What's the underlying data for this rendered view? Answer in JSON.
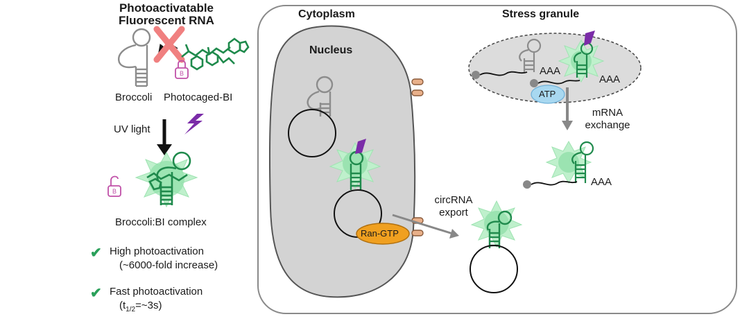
{
  "left_panel": {
    "title_line1": "Photoactivatable",
    "title_line2": "Fluorescent RNA",
    "broccoli_label": "Broccoli",
    "photocaged_label": "Photocaged-BI",
    "uv_label": "UV light",
    "complex_label": "Broccoli:BI complex",
    "benefits": [
      {
        "line1": "High photoactivation",
        "line2": "(~6000-fold increase)"
      },
      {
        "line1": "Fast photoactivation",
        "line2_prefix": "(t",
        "line2_sub": "1/2",
        "line2_suffix": "=~3s)"
      }
    ],
    "lock_letter": "B"
  },
  "cell_panel": {
    "cytoplasm_label": "Cytoplasm",
    "nucleus_label": "Nucleus",
    "stress_granule_label": "Stress granule",
    "ran_gtp_label": "Ran-GTP",
    "circrna_export_line1": "circRNA",
    "circrna_export_line2": "export",
    "atp_label": "ATP",
    "mrna_exchange_line1": "mRNA",
    "mrna_exchange_line2": "exchange",
    "polya_label": "AAA"
  },
  "colors": {
    "green": "#1f8a4c",
    "glow": "#7fdca0",
    "purple": "#7b2ca8",
    "ran_gtp": "#f0a020",
    "atp": "#a8d8f0",
    "pink_x": "#f08080",
    "nucleus_fill": "#d3d3d3",
    "check": "#2aa05a"
  }
}
